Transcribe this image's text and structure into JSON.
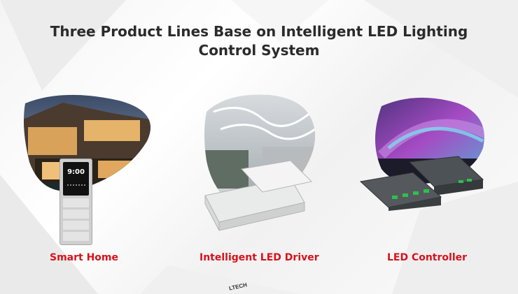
{
  "page": {
    "title_line1": "Three Product Lines Base on Intelligent LED Lighting",
    "title_line2": "Control System"
  },
  "products": [
    {
      "label": "Smart Home",
      "panel": {
        "time": "9:00"
      }
    },
    {
      "label": "Intelligent LED Driver",
      "device": {
        "brand": "LTECH"
      }
    },
    {
      "label": "LED Controller"
    }
  ],
  "colors": {
    "accent": "#d7131c",
    "title": "#2b2b2b",
    "background": "#f4f4f4"
  }
}
